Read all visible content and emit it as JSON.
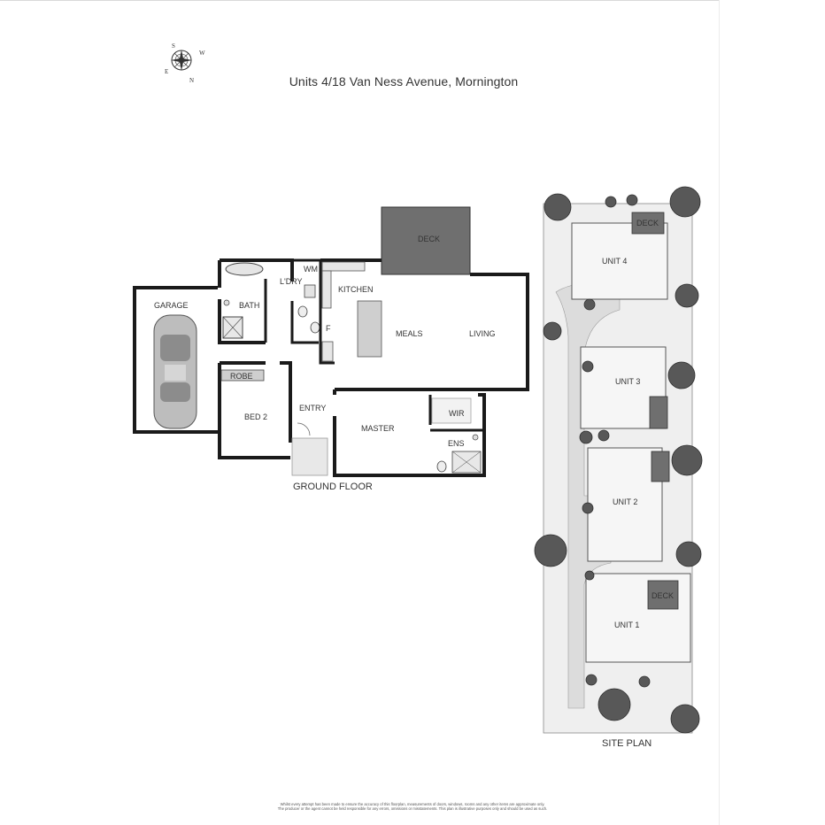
{
  "title": "Units 4/18 Van Ness Avenue, Mornington",
  "compass": {
    "s": "S",
    "w": "W",
    "e": "E",
    "n": "N"
  },
  "ground_floor": {
    "caption": "GROUND FLOOR",
    "rooms": {
      "garage": "GARAGE",
      "bath": "BATH",
      "laundry": "L'DRY",
      "wm": "WM",
      "kitchen": "KITCHEN",
      "fridge": "F",
      "meals": "MEALS",
      "living": "LIVING",
      "deck": "DECK",
      "robe": "ROBE",
      "bed2": "BED 2",
      "entry": "ENTRY",
      "master": "MASTER",
      "wir": "WIR",
      "ens": "ENS"
    }
  },
  "site_plan": {
    "caption": "SITE PLAN",
    "units": [
      "UNIT 4",
      "UNIT 3",
      "UNIT 2",
      "UNIT 1"
    ],
    "deck_label": "DECK"
  },
  "disclaimer": [
    "Whilst every attempt has been made to ensure the accuracy of this floorplan, measurements of doors, windows, rooms and any other items are approximate only.",
    "The producer or the agent cannot be held responsible for any errors, omissions or misstatements. This plan is illustrative purposes only and should be used as such."
  ],
  "colors": {
    "wall": "#1a1a1a",
    "deck": "#6f6f6f",
    "site_fill": "#ededed",
    "tree": "#555555"
  }
}
